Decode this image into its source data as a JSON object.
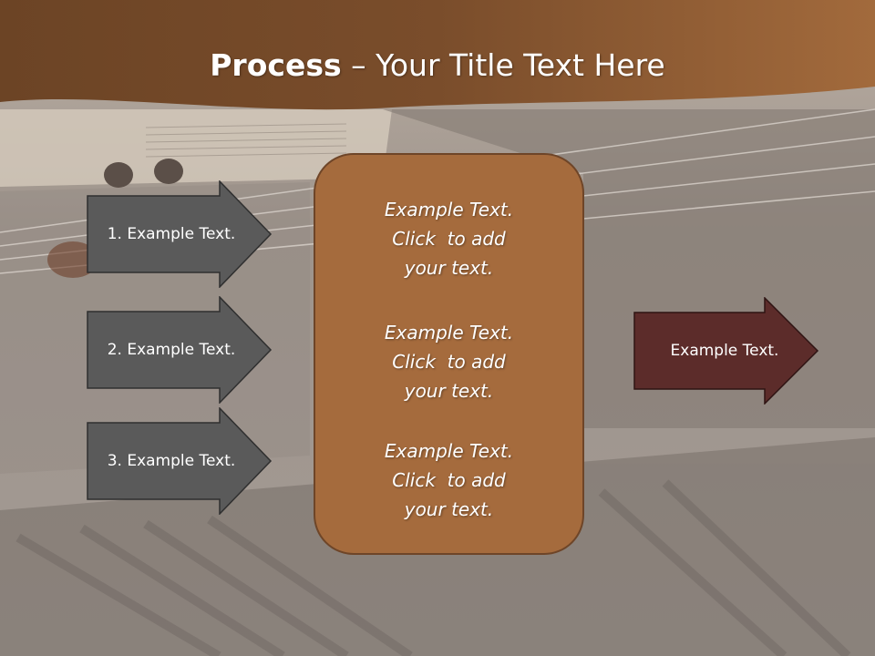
{
  "title": {
    "bold": "Process",
    "rest": " – Your Title Text Here"
  },
  "left_arrows": [
    {
      "label": "1. Example Text."
    },
    {
      "label": "2. Example Text."
    },
    {
      "label": "3. Example Text."
    }
  ],
  "center_box": {
    "paragraphs": [
      {
        "line1": "Example Text.",
        "line2": "Click  to add",
        "line3": "your text."
      },
      {
        "line1": "Example Text.",
        "line2": "Click  to add",
        "line3": "your text."
      },
      {
        "line1": "Example Text.",
        "line2": "Click  to add",
        "line3": "your text."
      }
    ]
  },
  "right_arrow": {
    "label": "Example Text."
  },
  "colors": {
    "header_brown": "#7d4f2c",
    "box_brown": "#a56b3d",
    "left_arrow_gray": "#5a5a5a",
    "right_arrow_maroon": "#5c2c2a"
  }
}
